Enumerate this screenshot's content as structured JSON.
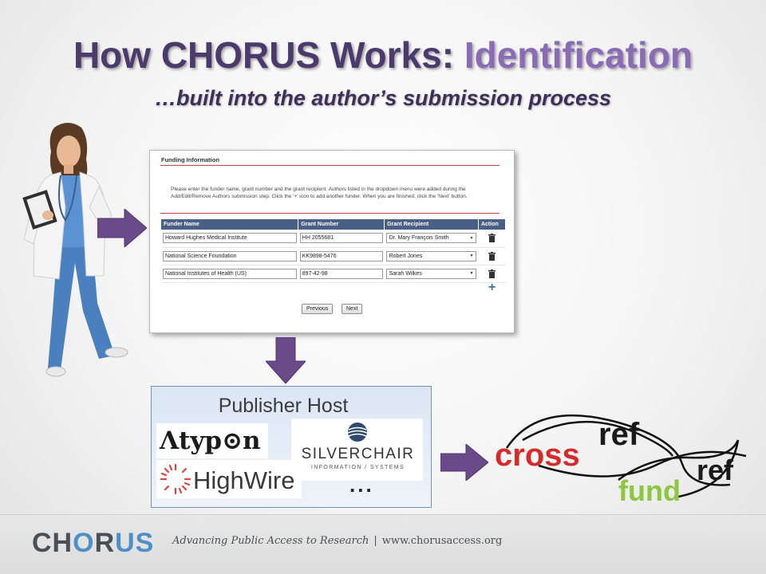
{
  "slide": {
    "title_part1": "How CHORUS Works: ",
    "title_part2": "Identification",
    "subtitle": "…built into the author’s submission process"
  },
  "form": {
    "section_title": "Funding Information",
    "instructions": "Please enter the funder name, grant number and the grant recipient. Authors listed in the dropdown menu were added during the Add/Edit/Remove Authors submission step. Click the '+' icon to add another funder. When you are finished, click the 'Next' button.",
    "columns": [
      "Funder Name",
      "Grant Number",
      "Grant Recipient",
      "Action"
    ],
    "rows": [
      {
        "funder": "Howard Hughes Medical Institute",
        "grant": "HH 2055681",
        "recipient": "Dr. Mary François Smith"
      },
      {
        "funder": "National Science Foundation",
        "grant": "KK9898-5476",
        "recipient": "Robert Jones"
      },
      {
        "funder": "National Institutes of Health (US)",
        "grant": "897-42-98",
        "recipient": "Sarah Wilkes"
      }
    ],
    "add_label": "+",
    "previous_label": "Previous",
    "next_label": "Next"
  },
  "publisher": {
    "title": "Publisher Host",
    "logos": {
      "atypon": "Λtyp⊙n",
      "silverchair": "SILVERCHAIR",
      "silverchair_sub": "INFORMATION / SYSTEMS",
      "highwire": "HighWire"
    },
    "ellipsis": "..."
  },
  "crossref": {
    "cross": "cross",
    "ref": "ref",
    "fund": "fund",
    "ref2": "ref"
  },
  "footer": {
    "logo_part1": "CH",
    "logo_o": "O",
    "logo_part2": "R",
    "logo_us": "US",
    "tagline": "Advancing Public Access to Research",
    "separator": "|",
    "url": "www.chorusaccess.org"
  },
  "colors": {
    "title_dark": "#4b3a6b",
    "title_light": "#8a6bb5",
    "arrow": "#6b4a8c",
    "table_header": "#4a5f86",
    "crossref_red": "#d52b2b",
    "fund_green": "#8dc63f",
    "chorus_blue": "#4f8fc7"
  }
}
